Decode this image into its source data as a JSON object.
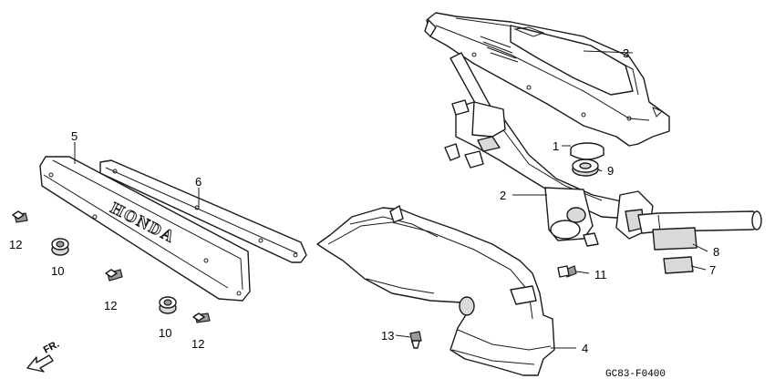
{
  "diagram": {
    "code": "GC83-F0400",
    "direction_label": "FR.",
    "logo_text": "HONDA",
    "callouts": [
      {
        "id": "c1",
        "label": "1"
      },
      {
        "id": "c2",
        "label": "2"
      },
      {
        "id": "c3",
        "label": "3"
      },
      {
        "id": "c4",
        "label": "4"
      },
      {
        "id": "c5",
        "label": "5"
      },
      {
        "id": "c6",
        "label": "6"
      },
      {
        "id": "c7",
        "label": "7"
      },
      {
        "id": "c8",
        "label": "8"
      },
      {
        "id": "c9",
        "label": "9"
      },
      {
        "id": "c10a",
        "label": "10"
      },
      {
        "id": "c10b",
        "label": "10"
      },
      {
        "id": "c11",
        "label": "11"
      },
      {
        "id": "c12a",
        "label": "12"
      },
      {
        "id": "c12b",
        "label": "12"
      },
      {
        "id": "c12c",
        "label": "12"
      },
      {
        "id": "c13",
        "label": "13"
      }
    ]
  }
}
